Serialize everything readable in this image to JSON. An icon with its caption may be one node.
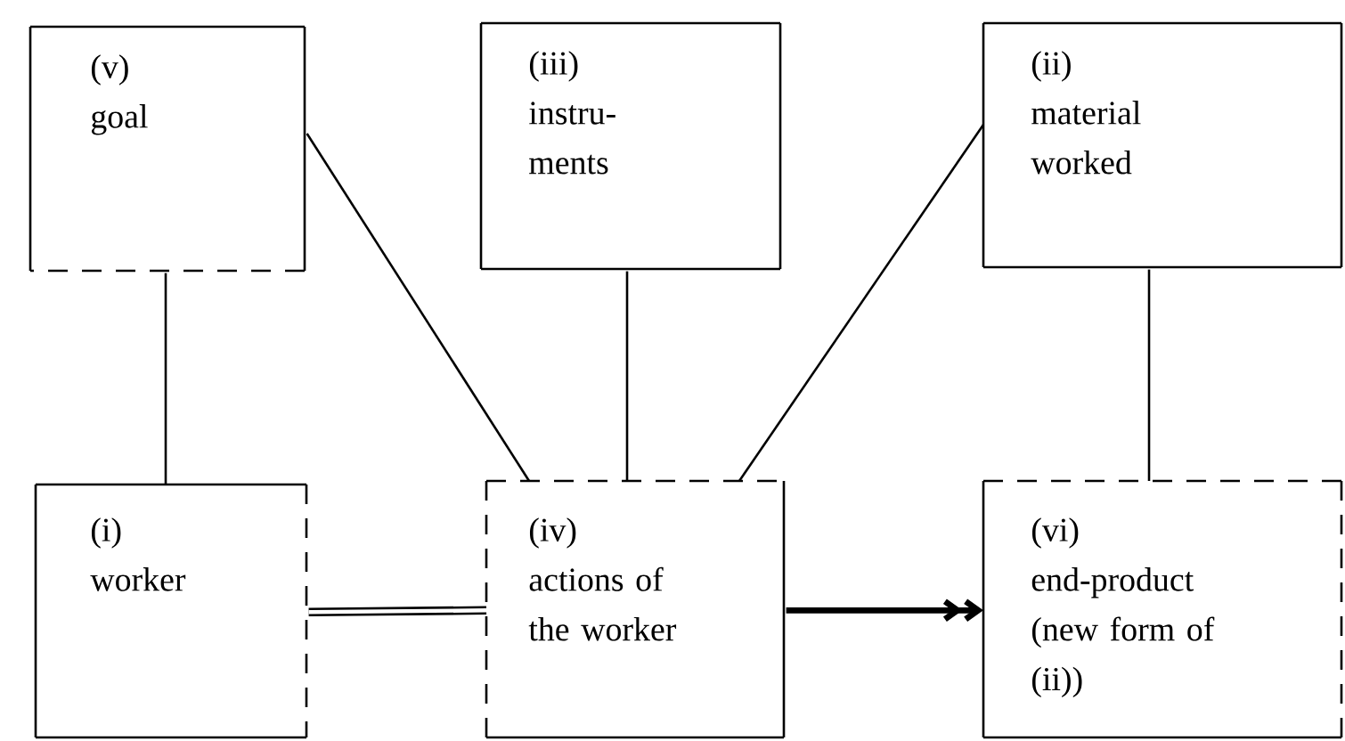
{
  "diagram": {
    "nodes": [
      {
        "text": [
          "(v)",
          "goal"
        ]
      },
      {
        "text": [
          "(iii)",
          "instru- ments"
        ]
      },
      {
        "text": [
          "(ii)",
          "material worked"
        ]
      },
      {
        "text": [
          "(i)",
          "worker"
        ]
      },
      {
        "text": [
          "(iv)",
          "actions of the worker"
        ]
      },
      {
        "text": [
          "(vi)",
          "end-product (new form of (ii))"
        ]
      }
    ],
    "edges": [
      {
        "from": 0,
        "to": 3,
        "arrow": "none"
      },
      {
        "from": 0,
        "to": 4,
        "arrow": "none"
      },
      {
        "from": 1,
        "to": 4,
        "arrow": "none"
      },
      {
        "from": 2,
        "to": 4,
        "arrow": "none"
      },
      {
        "from": 2,
        "to": 5,
        "arrow": "none"
      },
      {
        "from": 3,
        "to": 4,
        "arrow": "none",
        "style": "thick"
      },
      {
        "from": 4,
        "to": 5,
        "arrow": "to",
        "style": "thick"
      }
    ]
  }
}
